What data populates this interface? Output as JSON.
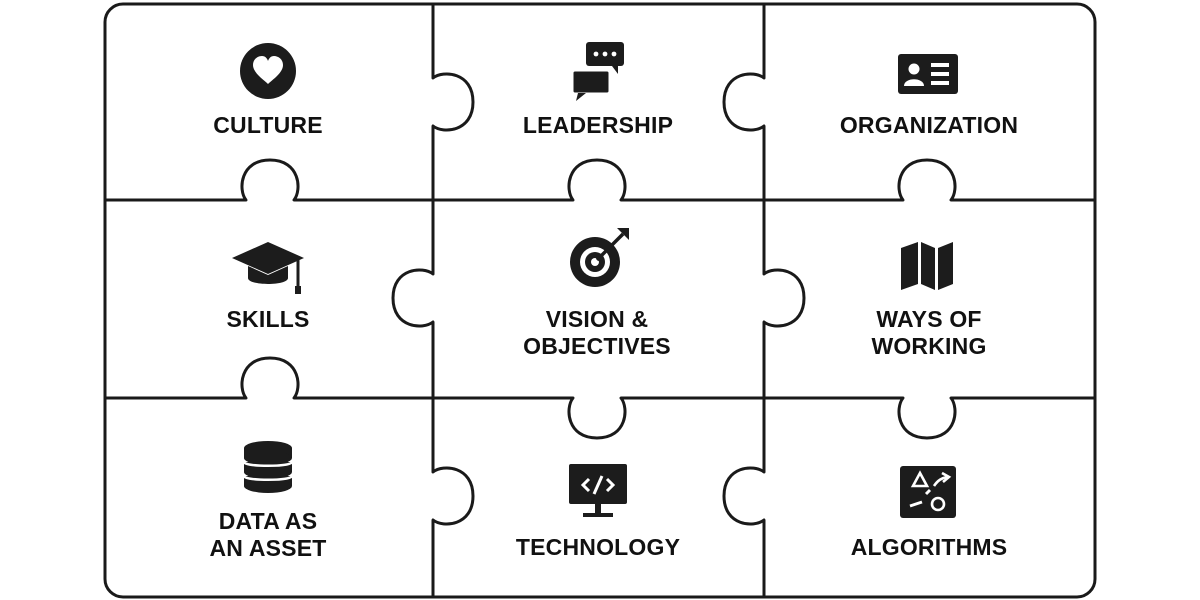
{
  "colors": {
    "stroke": "#1a1a1a",
    "icon": "#1c1c1c",
    "background": "#ffffff"
  },
  "pieces": [
    {
      "id": "culture",
      "lines": [
        "CULTURE"
      ],
      "icon": "heart-icon"
    },
    {
      "id": "leadership",
      "lines": [
        "LEADERSHIP"
      ],
      "icon": "chat-bubbles-icon"
    },
    {
      "id": "organization",
      "lines": [
        "ORGANIZATION"
      ],
      "icon": "id-card-icon"
    },
    {
      "id": "skills",
      "lines": [
        "SKILLS"
      ],
      "icon": "graduation-cap-icon"
    },
    {
      "id": "vision",
      "lines": [
        "VISION &",
        "OBJECTIVES"
      ],
      "icon": "target-icon"
    },
    {
      "id": "ways",
      "lines": [
        "WAYS OF",
        "WORKING"
      ],
      "icon": "map-icon"
    },
    {
      "id": "data",
      "lines": [
        "DATA AS",
        "AN ASSET"
      ],
      "icon": "database-icon"
    },
    {
      "id": "technology",
      "lines": [
        "TECHNOLOGY"
      ],
      "icon": "code-monitor-icon"
    },
    {
      "id": "algorithms",
      "lines": [
        "ALGORITHMS"
      ],
      "icon": "algorithm-icon"
    }
  ]
}
